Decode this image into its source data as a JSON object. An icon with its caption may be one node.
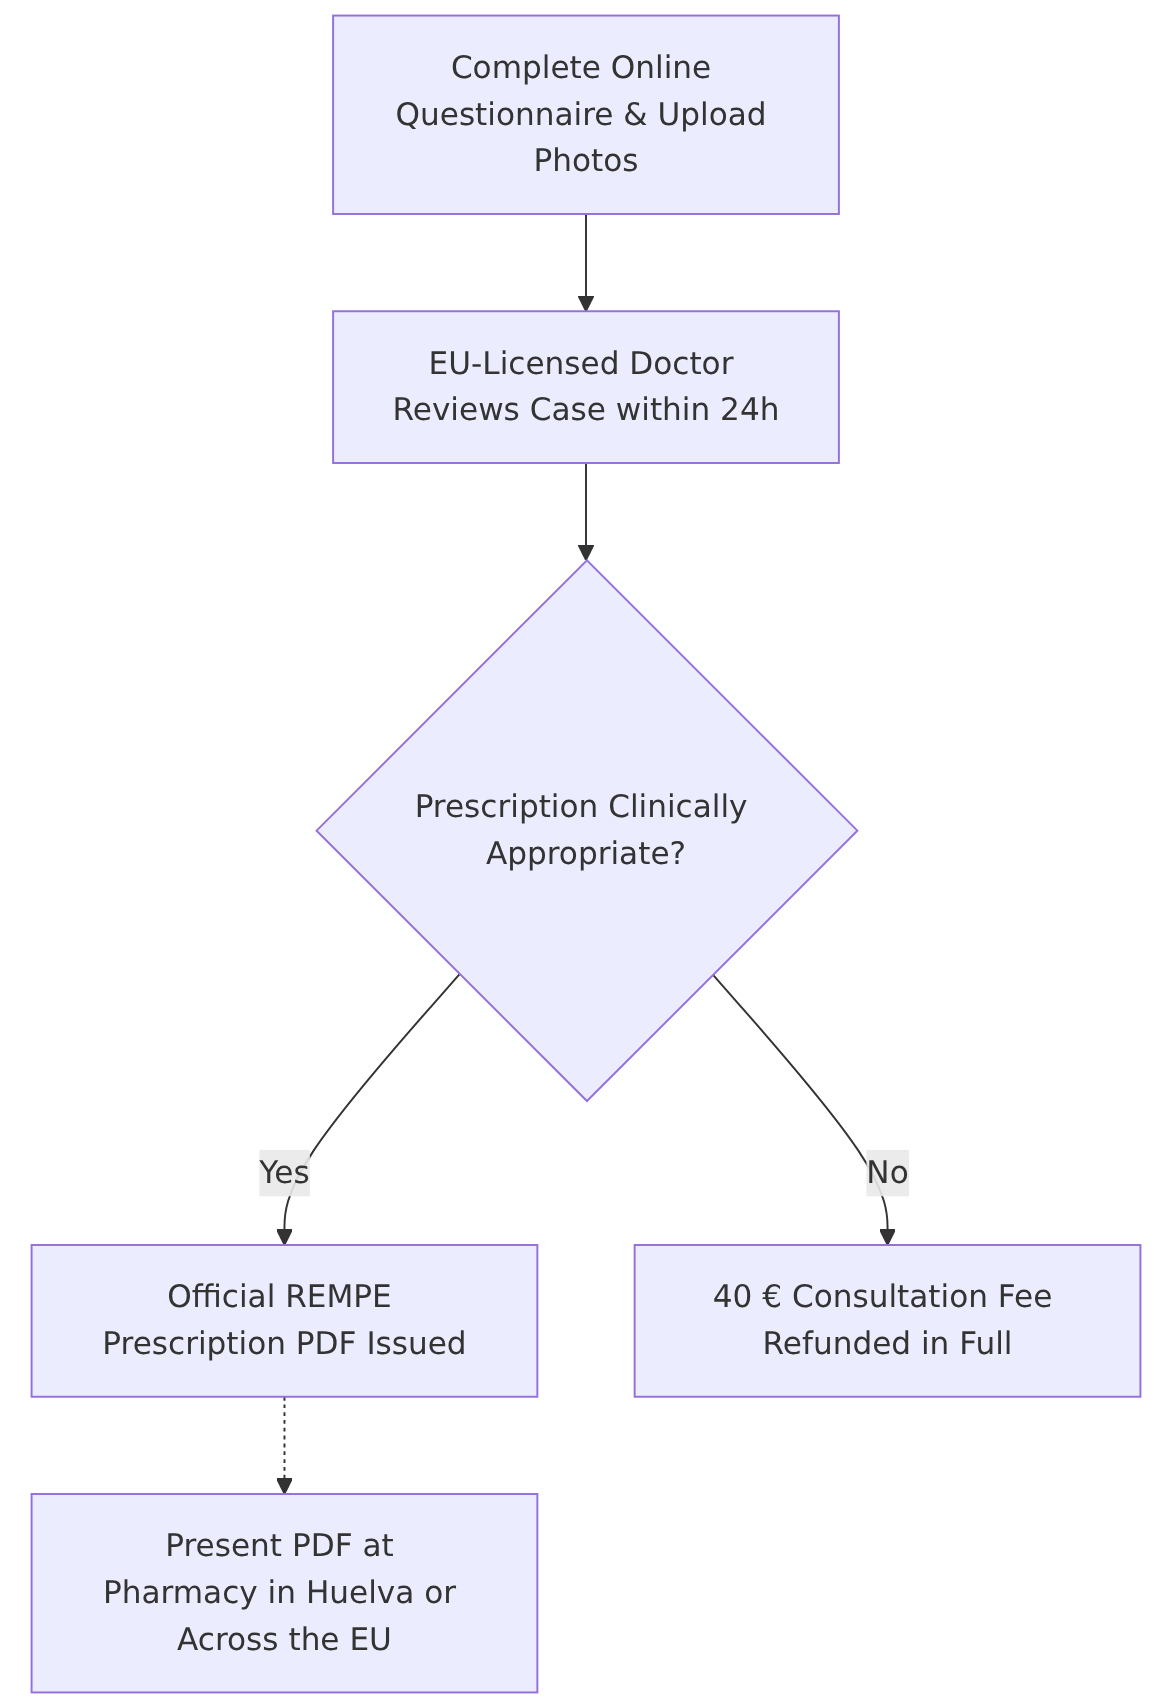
{
  "diagram": {
    "nodes": [
      {
        "text": [
          "Complete Online Questionnaire & Upload Photos"
        ]
      },
      {
        "text": [
          "EU-Licensed Doctor Reviews Case within 24h"
        ]
      },
      {
        "text": [
          "Prescription Clinically Appropriate?"
        ]
      },
      {
        "text": [
          "Official REMPE Prescription PDF Issued"
        ]
      },
      {
        "text": [
          "40 € Consultation Fee Refunded in Full"
        ]
      },
      {
        "text": [
          "Present PDF at Pharmacy in Huelva or Across the EU"
        ]
      }
    ],
    "edges": [
      {
        "from": 0,
        "to": 1,
        "arrow": "to"
      },
      {
        "from": 1,
        "to": 2,
        "arrow": "to"
      },
      {
        "from": 2,
        "to": 3,
        "arrow": "to",
        "label": "Yes"
      },
      {
        "from": 2,
        "to": 4,
        "arrow": "to",
        "label": "No"
      },
      {
        "from": 3,
        "to": 5,
        "arrow": "to",
        "style": "dashed"
      }
    ]
  }
}
